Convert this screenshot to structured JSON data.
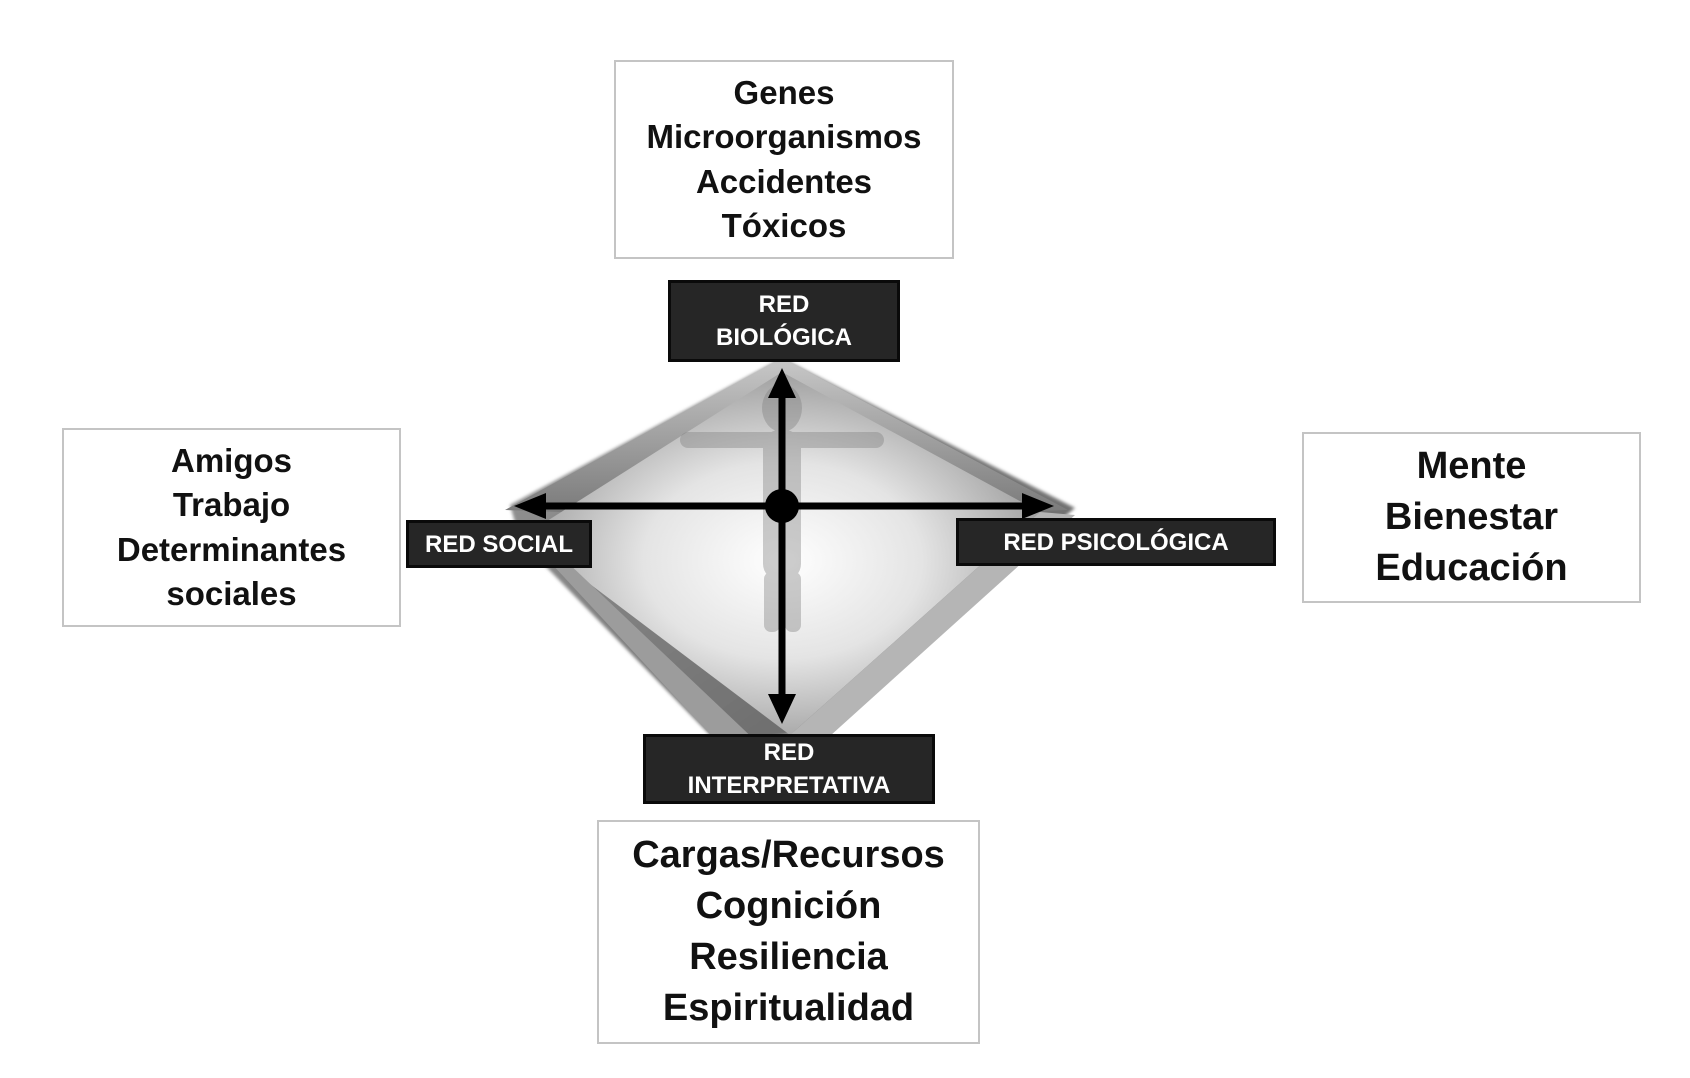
{
  "diagram": {
    "networks": [
      {
        "id": "bio",
        "label_lines": [
          "RED",
          "BIOLÓGICA"
        ],
        "factors": [
          "Genes",
          "Microorganismos",
          "Accidentes",
          "Tóxicos"
        ]
      },
      {
        "id": "soc",
        "label_lines": [
          "RED SOCIAL"
        ],
        "factors": [
          "Amigos",
          "Trabajo",
          "Determinantes",
          "sociales"
        ]
      },
      {
        "id": "psi",
        "label_lines": [
          "RED PSICOLÓGICA"
        ],
        "factors": [
          "Mente",
          "Bienestar",
          "Educación"
        ]
      },
      {
        "id": "int",
        "label_lines": [
          "RED",
          "INTERPRETATIVA"
        ],
        "factors": [
          "Cargas/Recursos",
          "Cognición",
          "Resiliencia",
          "Espiritualidad"
        ]
      }
    ],
    "center_icon": "human-figure-icon",
    "colors": {
      "label_fill": "#262626",
      "label_text": "#ffffff",
      "box_border": "#c4c4c4",
      "arrow": "#000000",
      "diamond_light": "#f2f2f2",
      "diamond_dark": "#6a6a6a"
    }
  }
}
